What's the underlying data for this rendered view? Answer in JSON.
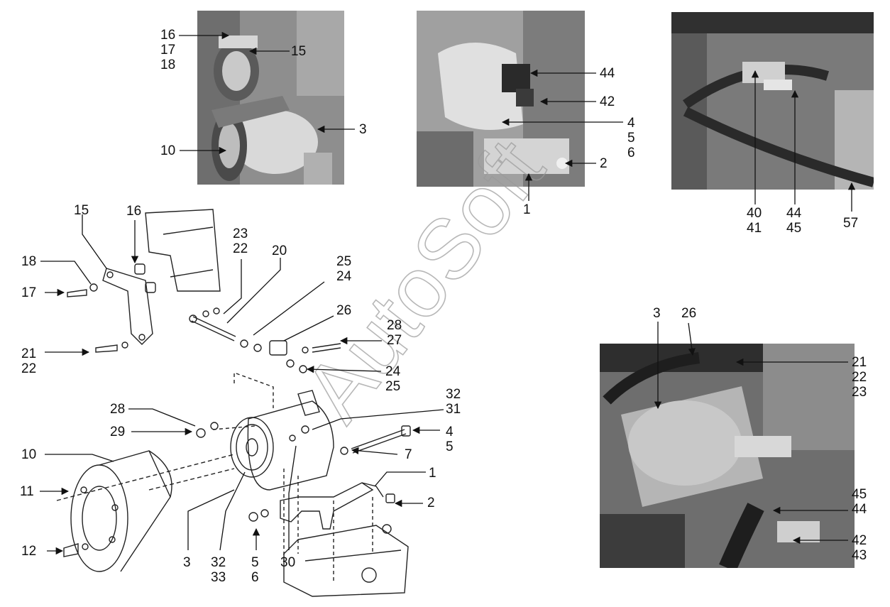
{
  "watermark": "AutoSoft",
  "photo_top_left": {
    "callouts": [
      {
        "id": "p1-16-18",
        "text": "16\n17\n18"
      },
      {
        "id": "p1-15",
        "text": "15"
      },
      {
        "id": "p1-3",
        "text": "3"
      },
      {
        "id": "p1-10",
        "text": "10"
      }
    ]
  },
  "photo_top_middle": {
    "callouts": [
      {
        "id": "p2-44",
        "text": "44"
      },
      {
        "id": "p2-42",
        "text": "42"
      },
      {
        "id": "p2-4-6",
        "text": "4\n5\n6"
      },
      {
        "id": "p2-2",
        "text": "2"
      },
      {
        "id": "p2-1",
        "text": "1"
      }
    ]
  },
  "photo_top_right": {
    "callouts": [
      {
        "id": "p3-40-41",
        "text": "40\n41"
      },
      {
        "id": "p3-44-45",
        "text": "44\n45"
      },
      {
        "id": "p3-57",
        "text": "57"
      }
    ]
  },
  "photo_bottom_right": {
    "callouts": [
      {
        "id": "p4-3",
        "text": "3"
      },
      {
        "id": "p4-26",
        "text": "26"
      },
      {
        "id": "p4-21-23",
        "text": "21\n22\n23"
      },
      {
        "id": "p4-45-44",
        "text": "45\n44"
      },
      {
        "id": "p4-42-43",
        "text": "42\n43"
      }
    ]
  },
  "exploded_view": {
    "callouts": [
      {
        "id": "d-15",
        "text": "15"
      },
      {
        "id": "d-16",
        "text": "16"
      },
      {
        "id": "d-23-22",
        "text": "23\n22"
      },
      {
        "id": "d-20",
        "text": "20"
      },
      {
        "id": "d-25-24",
        "text": "25\n24"
      },
      {
        "id": "d-18",
        "text": "18"
      },
      {
        "id": "d-17",
        "text": "17"
      },
      {
        "id": "d-26",
        "text": "26"
      },
      {
        "id": "d-28-27",
        "text": "28\n27"
      },
      {
        "id": "d-21-22",
        "text": "21\n22"
      },
      {
        "id": "d-24-25",
        "text": "24\n25"
      },
      {
        "id": "d-32-31",
        "text": "32\n31"
      },
      {
        "id": "d-28",
        "text": "28"
      },
      {
        "id": "d-29",
        "text": "29"
      },
      {
        "id": "d-4-5",
        "text": "4\n5"
      },
      {
        "id": "d-10",
        "text": "10"
      },
      {
        "id": "d-7",
        "text": "7"
      },
      {
        "id": "d-1",
        "text": "1"
      },
      {
        "id": "d-11",
        "text": "11"
      },
      {
        "id": "d-2",
        "text": "2"
      },
      {
        "id": "d-12",
        "text": "12"
      },
      {
        "id": "d-3",
        "text": "3"
      },
      {
        "id": "d-32-33",
        "text": "32\n33"
      },
      {
        "id": "d-5-6",
        "text": "5\n6"
      },
      {
        "id": "d-30",
        "text": "30"
      }
    ]
  }
}
